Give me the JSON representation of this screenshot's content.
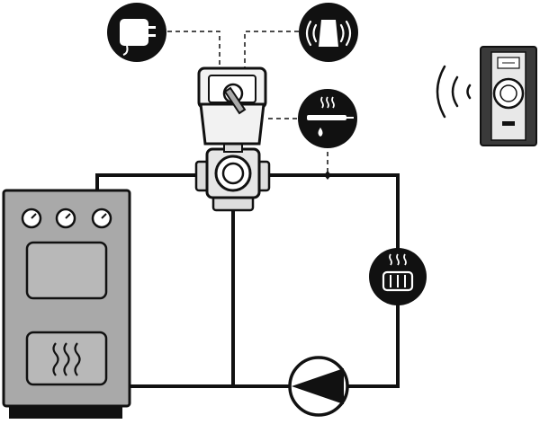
{
  "diagram": {
    "type": "heating-circuit-schematic",
    "components": [
      {
        "id": "boiler",
        "icon": "boiler-icon",
        "gauges": 3
      },
      {
        "id": "mixing-valve",
        "icon": "three-way-valve-icon"
      },
      {
        "id": "valve-actuator",
        "icon": "actuator-motor-icon"
      },
      {
        "id": "power-supply",
        "icon": "power-adapter-icon"
      },
      {
        "id": "wireless-receiver",
        "icon": "wireless-receiver-icon"
      },
      {
        "id": "flow-temperature-sensor",
        "icon": "pipe-thermometer-icon"
      },
      {
        "id": "radiator",
        "icon": "radiator-icon"
      },
      {
        "id": "circulation-pump",
        "icon": "pump-icon"
      },
      {
        "id": "room-thermostat",
        "icon": "wireless-thermostat-icon"
      }
    ],
    "connections": [
      {
        "from": "power-supply",
        "to": "valve-actuator",
        "style": "dashed"
      },
      {
        "from": "wireless-receiver",
        "to": "valve-actuator",
        "style": "dashed"
      },
      {
        "from": "flow-temperature-sensor",
        "to": "valve-actuator",
        "style": "dashed"
      },
      {
        "from": "flow-temperature-sensor",
        "to": "supply-pipe",
        "style": "dashed"
      },
      {
        "from": "boiler",
        "to": "mixing-valve",
        "style": "pipe"
      },
      {
        "from": "mixing-valve",
        "to": "radiator",
        "style": "pipe"
      },
      {
        "from": "radiator",
        "to": "circulation-pump",
        "style": "pipe"
      },
      {
        "from": "circulation-pump",
        "to": "boiler",
        "style": "pipe"
      },
      {
        "from": "mixing-valve",
        "to": "return-pipe",
        "style": "pipe"
      }
    ],
    "colors": {
      "outline": "#111111",
      "boiler_fill": "#a9a9a9",
      "boiler_panel": "#c4c4c4",
      "icon_bg": "#111111",
      "icon_fg": "#ffffff",
      "thermostat_body": "#3a3a3a",
      "device_fill": "#f2f2f2"
    }
  }
}
